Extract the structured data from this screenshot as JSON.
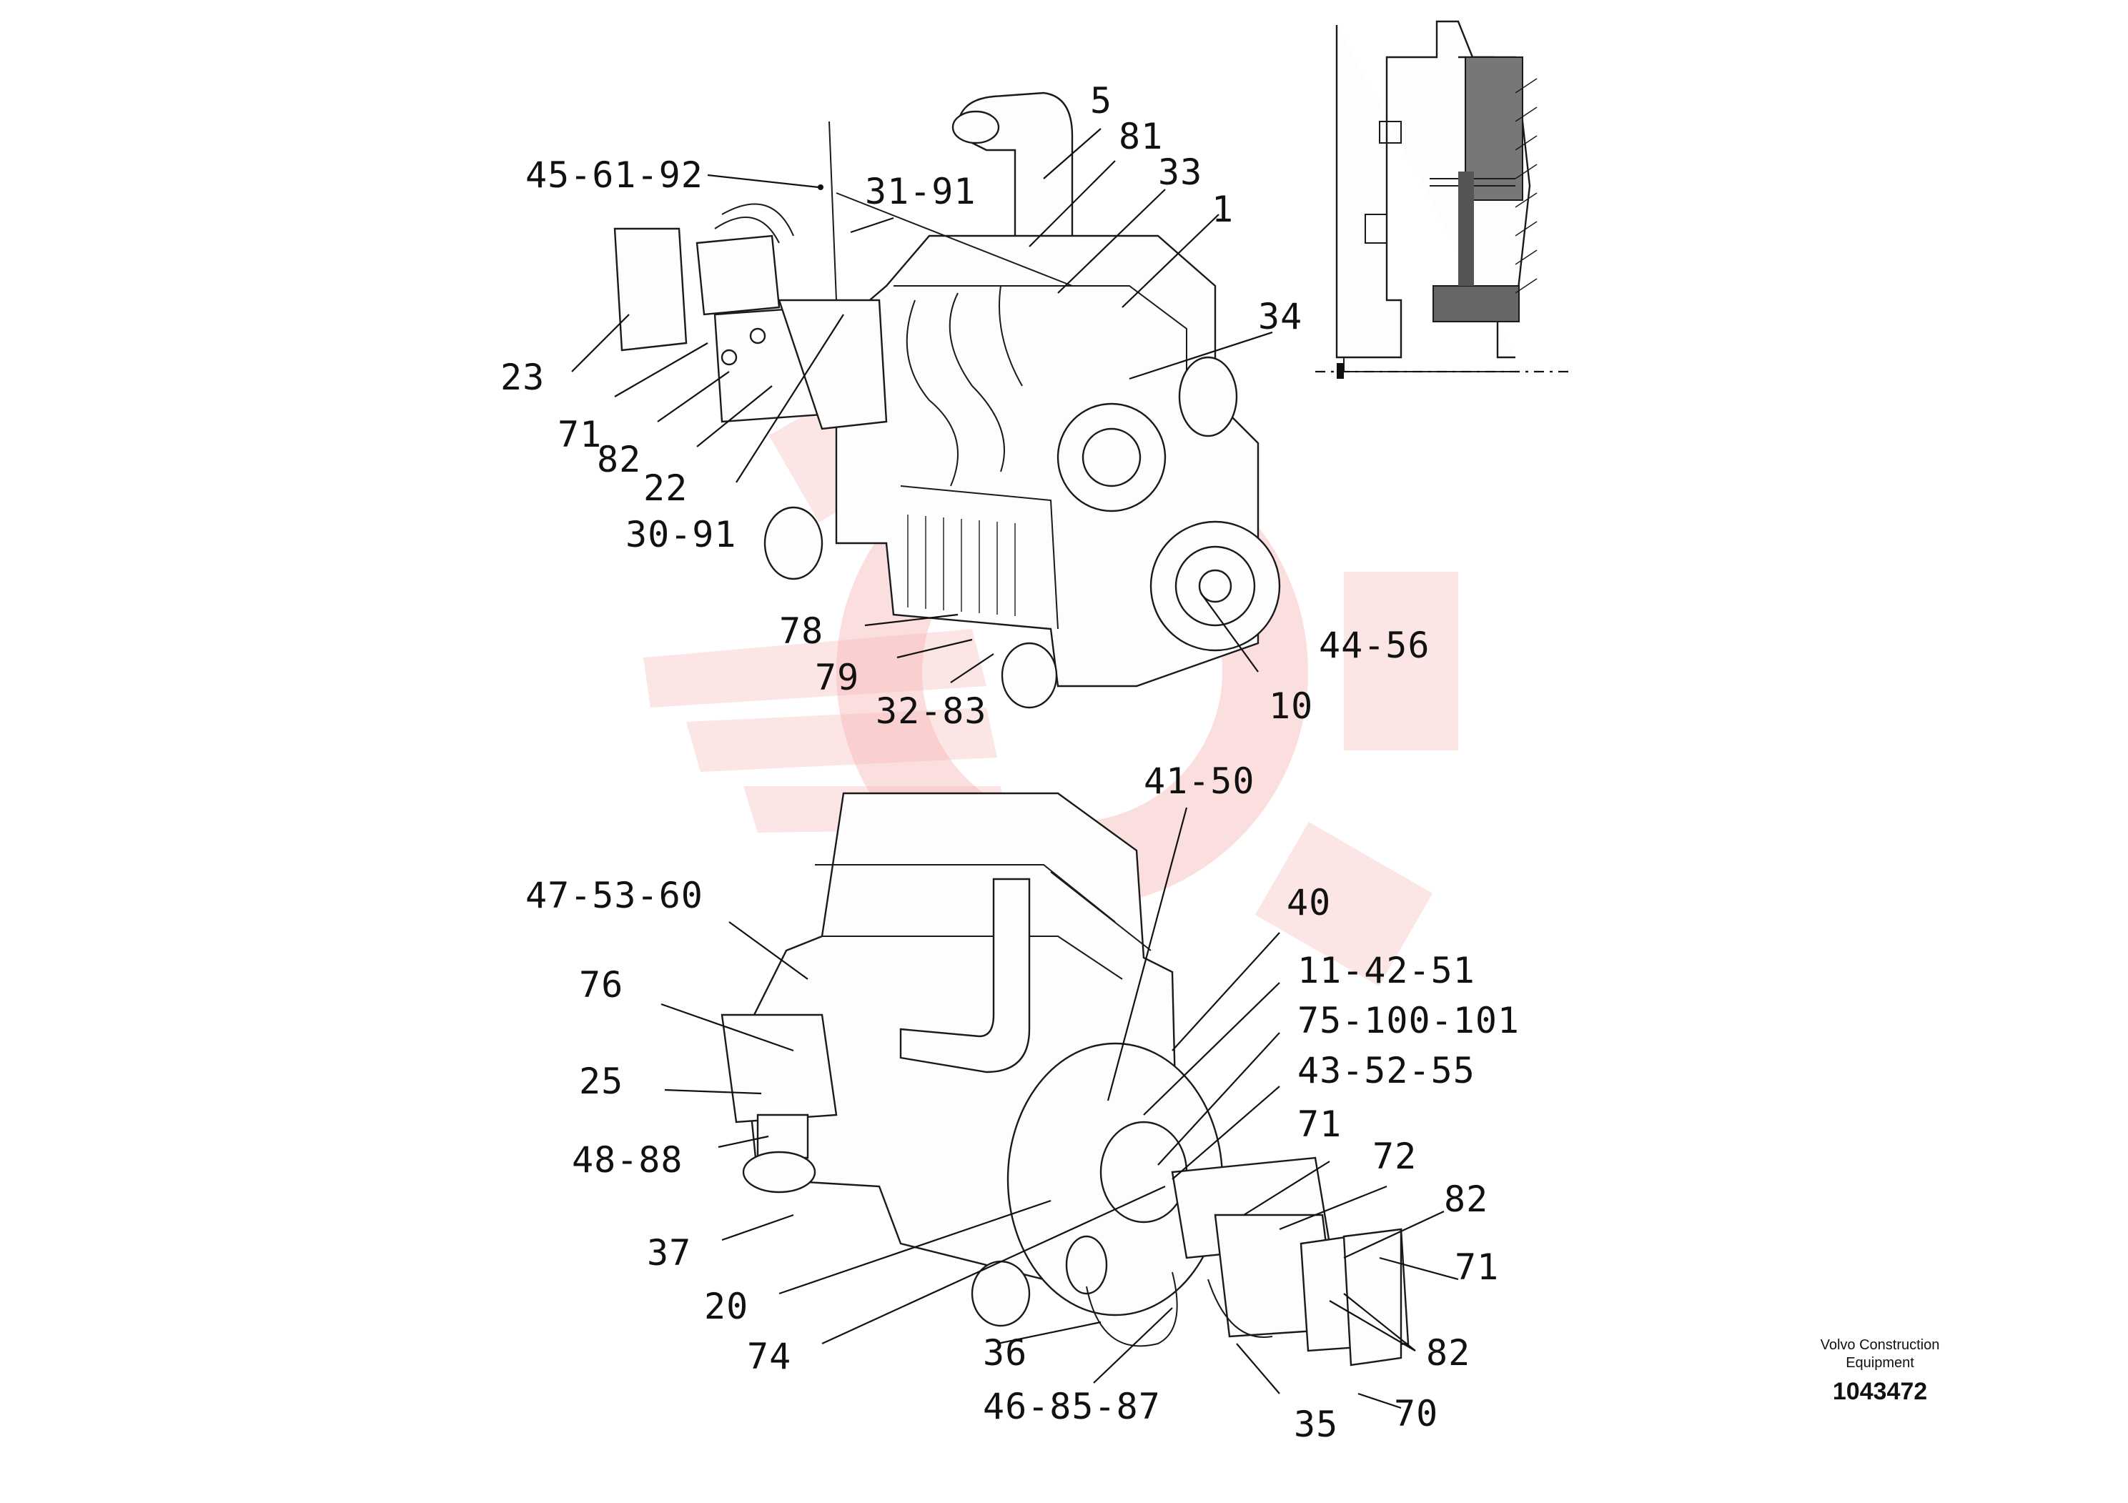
{
  "callouts": [
    {
      "label": "45-61-92"
    },
    {
      "label": "31-91"
    },
    {
      "label": "5"
    },
    {
      "label": "81"
    },
    {
      "label": "33"
    },
    {
      "label": "1"
    },
    {
      "label": "34"
    },
    {
      "label": "23"
    },
    {
      "label": "71"
    },
    {
      "label": "82"
    },
    {
      "label": "22"
    },
    {
      "label": "30-91"
    },
    {
      "label": "78"
    },
    {
      "label": "79"
    },
    {
      "label": "32-83"
    },
    {
      "label": "44-56"
    },
    {
      "label": "10"
    },
    {
      "label": "41-50"
    },
    {
      "label": "47-53-60"
    },
    {
      "label": "40"
    },
    {
      "label": "11-42-51"
    },
    {
      "label": "75-100-101"
    },
    {
      "label": "43-52-55"
    },
    {
      "label": "76"
    },
    {
      "label": "71"
    },
    {
      "label": "72"
    },
    {
      "label": "25"
    },
    {
      "label": "82"
    },
    {
      "label": "48-88"
    },
    {
      "label": "71"
    },
    {
      "label": "37"
    },
    {
      "label": "20"
    },
    {
      "label": "82"
    },
    {
      "label": "74"
    },
    {
      "label": "36"
    },
    {
      "label": "70"
    },
    {
      "label": "46-85-87"
    },
    {
      "label": "35"
    }
  ],
  "legend": {
    "manufacturer": "Volvo Construction Equipment",
    "drawing_number": "1043472"
  },
  "colors": {
    "ink": "#111111",
    "watermark": "#f5b4b4"
  }
}
